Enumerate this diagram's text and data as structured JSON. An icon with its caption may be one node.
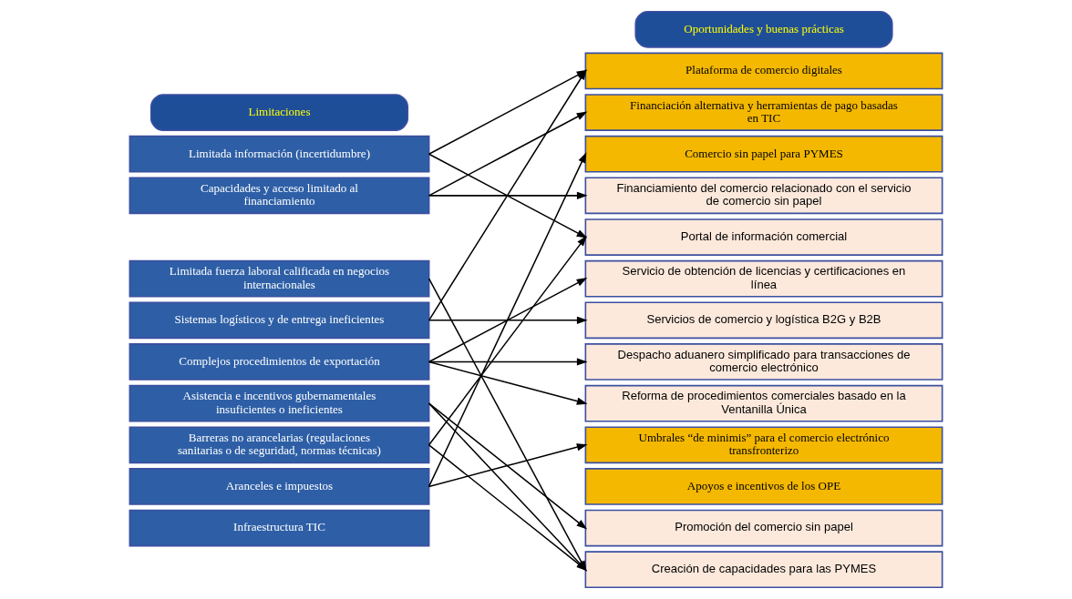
{
  "diagram": {
    "nodes": [
      {
        "text": [
          "Limitaciones"
        ]
      },
      {
        "text": [
          "Limitada información (incertidumbre)"
        ]
      },
      {
        "text": [
          "Capacidades y acceso limitado al financiamiento"
        ]
      },
      {
        "text": [
          "Limitada fuerza laboral calificada en negocios internacionales"
        ]
      },
      {
        "text": [
          "Sistemas logísticos y de entrega ineficientes"
        ]
      },
      {
        "text": [
          "Complejos procedimientos de exportación"
        ]
      },
      {
        "text": [
          "Asistencia e incentivos gubernamentales insuficientes o ineficientes"
        ]
      },
      {
        "text": [
          "Barreras no arancelarias (regulaciones sanitarias o de seguridad, normas técnicas)"
        ]
      },
      {
        "text": [
          "Aranceles e impuestos"
        ]
      },
      {
        "text": [
          "Infraestructura TIC"
        ]
      },
      {
        "text": [
          "Oportunidades y buenas prácticas"
        ]
      },
      {
        "text": [
          "Plataforma de comercio digitales"
        ]
      },
      {
        "text": [
          "Financiación alternativa y herramientas de pago basadas en TIC"
        ]
      },
      {
        "text": [
          "Comercio sin papel para PYMES"
        ]
      },
      {
        "text": [
          "Financiamiento del comercio relacionado con el servicio de comercio sin papel"
        ]
      },
      {
        "text": [
          "Portal de información comercial"
        ]
      },
      {
        "text": [
          "Servicio de obtención de licencias y certificaciones en línea"
        ]
      },
      {
        "text": [
          "Servicios de comercio y logística B2G y B2B"
        ]
      },
      {
        "text": [
          "Despacho aduanero simplificado para transacciones de comercio electrónico"
        ]
      },
      {
        "text": [
          "Reforma de procedimientos comerciales basado en la Ventanilla Única"
        ]
      },
      {
        "text": [
          "Umbrales “de minimis” para el comercio electrónico transfronterizo"
        ]
      },
      {
        "text": [
          "Apoyos e incentivos de los OPE"
        ]
      },
      {
        "text": [
          "Promoción del comercio sin papel"
        ]
      },
      {
        "text": [
          "Creación de capacidades para las PYMES"
        ]
      }
    ],
    "edges": [
      {
        "from": 1,
        "to": 11,
        "arrow": "to"
      },
      {
        "from": 1,
        "to": 15,
        "arrow": "to"
      },
      {
        "from": 2,
        "to": 12,
        "arrow": "to"
      },
      {
        "from": 2,
        "to": 14,
        "arrow": "to"
      },
      {
        "from": 3,
        "to": 23,
        "arrow": "to"
      },
      {
        "from": 4,
        "to": 11,
        "arrow": "to"
      },
      {
        "from": 4,
        "to": 17,
        "arrow": "to"
      },
      {
        "from": 5,
        "to": 16,
        "arrow": "to"
      },
      {
        "from": 5,
        "to": 18,
        "arrow": "to"
      },
      {
        "from": 5,
        "to": 19,
        "arrow": "to"
      },
      {
        "from": 6,
        "to": 22,
        "arrow": "to"
      },
      {
        "from": 6,
        "to": 23,
        "arrow": "to"
      },
      {
        "from": 7,
        "to": 15,
        "arrow": "to"
      },
      {
        "from": 7,
        "to": 23,
        "arrow": "to"
      },
      {
        "from": 8,
        "to": 20,
        "arrow": "to"
      },
      {
        "from": 8,
        "to": 13,
        "arrow": "to"
      }
    ]
  }
}
